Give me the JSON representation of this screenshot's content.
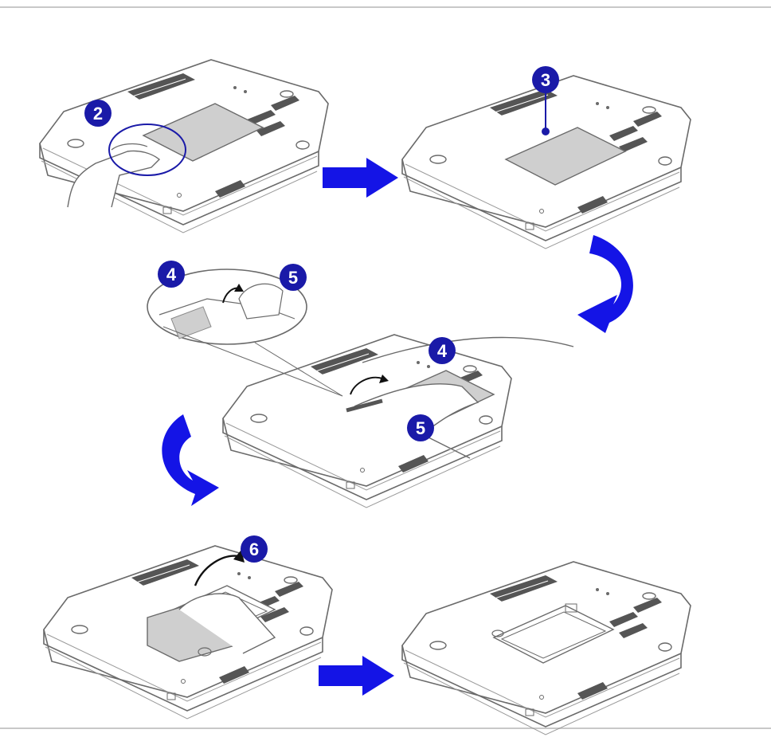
{
  "steps": [
    {
      "label": "2"
    },
    {
      "label": "3"
    },
    {
      "label": "4"
    },
    {
      "label": "5"
    },
    {
      "label": "4"
    },
    {
      "label": "5"
    },
    {
      "label": "6"
    }
  ],
  "colors": {
    "badge": "#1a1aa8",
    "arrow": "#1414e6",
    "line": "#6a6a6a",
    "panel": "#cfcfcf",
    "vent": "#555555",
    "rule": "#c8c8c8"
  }
}
